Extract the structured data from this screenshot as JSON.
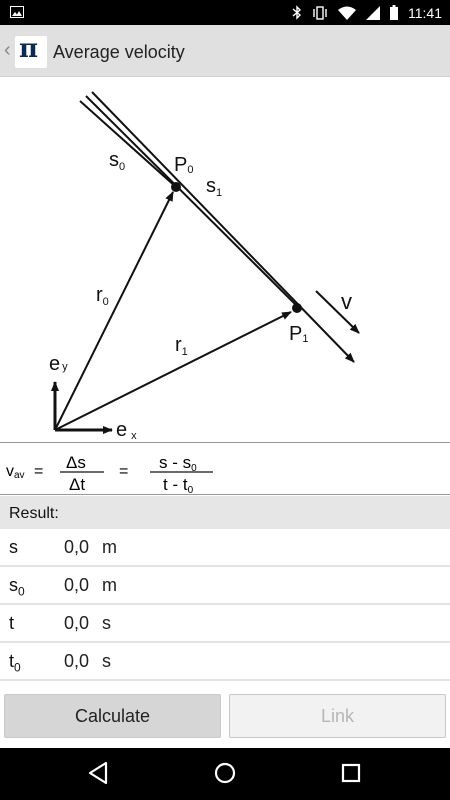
{
  "status_bar": {
    "time": "11:41"
  },
  "app_bar": {
    "title": "Average velocity",
    "logo_text": "π"
  },
  "diagram": {
    "labels": {
      "s0": "s",
      "s0_sub": "0",
      "p0": "P",
      "p0_sub": "0",
      "s1": "s",
      "s1_sub": "1",
      "v": "v",
      "r0": "r",
      "r0_sub": "0",
      "r1": "r",
      "r1_sub": "1",
      "p1": "P",
      "p1_sub": "1",
      "ey": "e",
      "ey_sub": "y",
      "ex": "e",
      "ex_sub": "x"
    }
  },
  "formula": {
    "lhs": "v",
    "lhs_sub": "av",
    "eq1": "=",
    "num1": "Δs",
    "den1": "Δt",
    "eq2": "=",
    "num2": "s - s",
    "num2_sub": "0",
    "den2": "t - t",
    "den2_sub": "0"
  },
  "result": {
    "header": "Result:",
    "rows": [
      {
        "symbol": "s",
        "sub": "",
        "value": "0,0",
        "unit": "m"
      },
      {
        "symbol": "s",
        "sub": "0",
        "value": "0,0",
        "unit": "m"
      },
      {
        "symbol": "t",
        "sub": "",
        "value": "0,0",
        "unit": "s"
      },
      {
        "symbol": "t",
        "sub": "0",
        "value": "0,0",
        "unit": "s"
      }
    ]
  },
  "buttons": {
    "calculate": "Calculate",
    "link": "Link"
  },
  "icons": {
    "status_left": "image-icon",
    "bluetooth": "bluetooth-icon",
    "vibrate": "vibrate-icon",
    "wifi": "wifi-icon",
    "signal": "signal-icon",
    "battery": "battery-icon",
    "back": "back-icon",
    "home": "home-icon",
    "recents": "recents-icon"
  }
}
